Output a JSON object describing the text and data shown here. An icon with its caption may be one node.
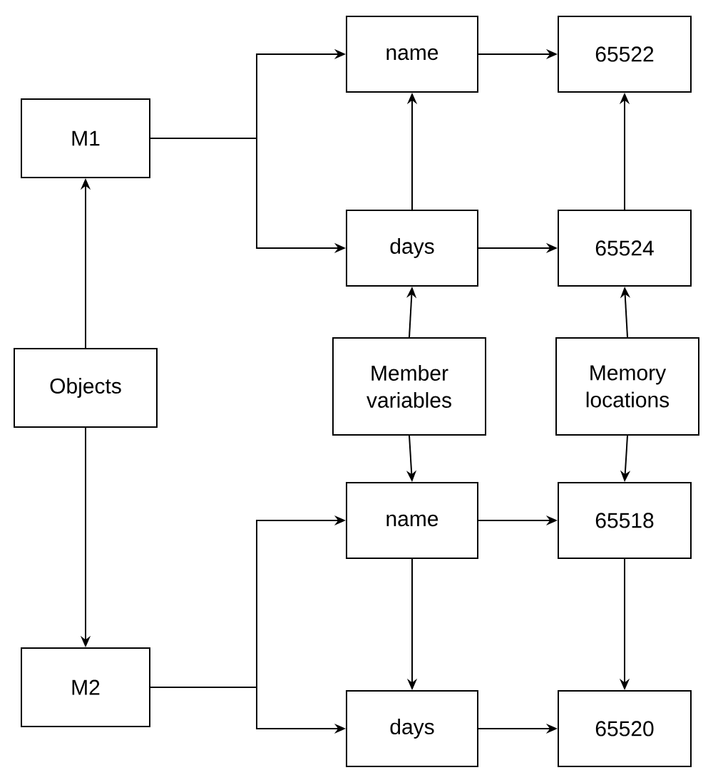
{
  "diagram": {
    "nodes": [
      {
        "text": [
          "M1"
        ]
      },
      {
        "text": [
          "name"
        ]
      },
      {
        "text": [
          "65522"
        ]
      },
      {
        "text": [
          "days"
        ]
      },
      {
        "text": [
          "65524"
        ]
      },
      {
        "text": [
          "Objects"
        ]
      },
      {
        "text": [
          "Member variables"
        ]
      },
      {
        "text": [
          "Memory locations"
        ]
      },
      {
        "text": [
          "name"
        ]
      },
      {
        "text": [
          "65518"
        ]
      },
      {
        "text": [
          "M2"
        ]
      },
      {
        "text": [
          "days"
        ]
      },
      {
        "text": [
          "65520"
        ]
      }
    ],
    "edges": [
      {
        "from": 5,
        "to": 0,
        "arrow": "to"
      },
      {
        "from": 5,
        "to": 10,
        "arrow": "to"
      },
      {
        "from": 0,
        "to": 1,
        "arrow": "to"
      },
      {
        "from": 0,
        "to": 3,
        "arrow": "to"
      },
      {
        "from": 10,
        "to": 8,
        "arrow": "to"
      },
      {
        "from": 10,
        "to": 11,
        "arrow": "to"
      },
      {
        "from": 3,
        "to": 1,
        "arrow": "to"
      },
      {
        "from": 6,
        "to": 3,
        "arrow": "to"
      },
      {
        "from": 6,
        "to": 8,
        "arrow": "to"
      },
      {
        "from": 8,
        "to": 11,
        "arrow": "to"
      },
      {
        "from": 1,
        "to": 2,
        "arrow": "to"
      },
      {
        "from": 3,
        "to": 4,
        "arrow": "to"
      },
      {
        "from": 8,
        "to": 9,
        "arrow": "to"
      },
      {
        "from": 11,
        "to": 12,
        "arrow": "to"
      },
      {
        "from": 4,
        "to": 2,
        "arrow": "to"
      },
      {
        "from": 7,
        "to": 4,
        "arrow": "to"
      },
      {
        "from": 7,
        "to": 9,
        "arrow": "to"
      },
      {
        "from": 9,
        "to": 12,
        "arrow": "to"
      }
    ]
  }
}
